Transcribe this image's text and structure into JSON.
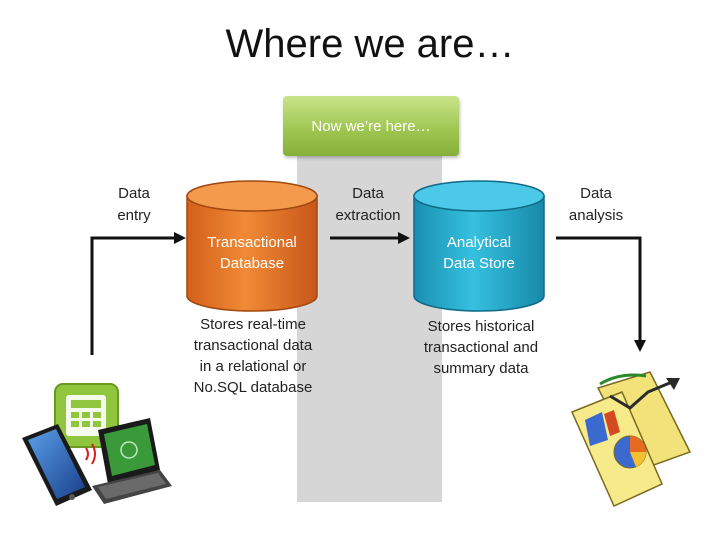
{
  "title": "Where we are…",
  "callout": "Now we’re here…",
  "labels": {
    "entry_l1": "Data",
    "entry_l2": "entry",
    "extraction_l1": "Data",
    "extraction_l2": "extraction",
    "analysis_l1": "Data",
    "analysis_l2": "analysis"
  },
  "transactional_db": {
    "name_l1": "Transactional",
    "name_l2": "Database",
    "desc": [
      "Stores real-time",
      "transactional data",
      "in a relational or",
      "No.SQL database"
    ]
  },
  "analytical_store": {
    "name_l1": "Analytical",
    "name_l2": "Data Store",
    "desc": [
      "Stores historical",
      "transactional and",
      "summary data"
    ]
  },
  "colors": {
    "transactional": "#e8782a",
    "analytical": "#2ab0d0",
    "callout": "#9cc44e",
    "highlight": "#d6d6d6"
  }
}
